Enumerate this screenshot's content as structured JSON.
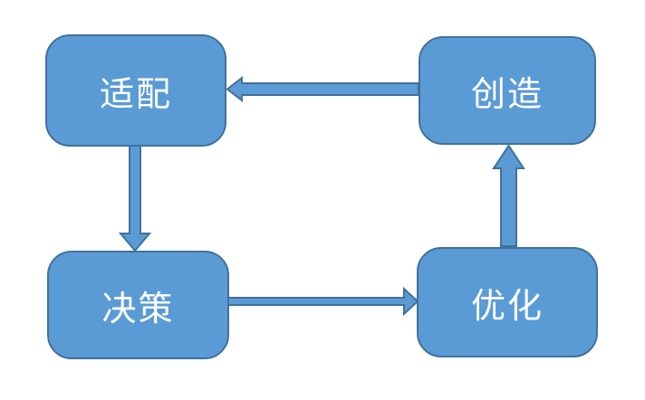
{
  "diagram": {
    "type": "cycle-flow",
    "nodes": [
      {
        "id": "adapt",
        "label": "适配",
        "position": "top-left"
      },
      {
        "id": "create",
        "label": "创造",
        "position": "top-right"
      },
      {
        "id": "decide",
        "label": "决策",
        "position": "bottom-left"
      },
      {
        "id": "optimize",
        "label": "优化",
        "position": "bottom-right"
      }
    ],
    "edges": [
      {
        "from": "create",
        "to": "adapt",
        "direction": "left"
      },
      {
        "from": "adapt",
        "to": "decide",
        "direction": "down"
      },
      {
        "from": "decide",
        "to": "optimize",
        "direction": "right"
      },
      {
        "from": "optimize",
        "to": "create",
        "direction": "up"
      }
    ],
    "colors": {
      "node_fill": "#5b9bd5",
      "node_border": "#41719c",
      "arrow_fill": "#5b9bd5",
      "arrow_border": "#41719c",
      "text": "#ffffff",
      "background": "#ffffff"
    }
  }
}
